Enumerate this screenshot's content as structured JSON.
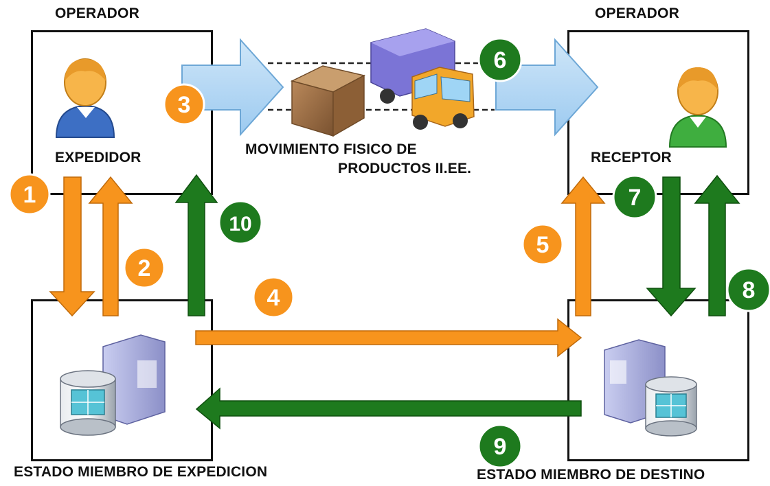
{
  "labels": {
    "operator_left": "OPERADOR",
    "operator_right": "OPERADOR",
    "sender": "EXPEDIDOR",
    "receiver": "RECEPTOR",
    "movement_line1": "MOVIMIENTO FISICO DE",
    "movement_line2": "PRODUCTOS II.EE.",
    "state_dispatch": "ESTADO MIEMBRO DE EXPEDICION",
    "state_destination": "ESTADO MIEMBRO DE DESTINO"
  },
  "steps": [
    "1",
    "2",
    "3",
    "4",
    "5",
    "6",
    "7",
    "8",
    "9",
    "10"
  ],
  "colors": {
    "orange": "#f7941d",
    "green": "#1e7a1e",
    "light_blue": "#a9d2f2",
    "border": "#111111"
  }
}
